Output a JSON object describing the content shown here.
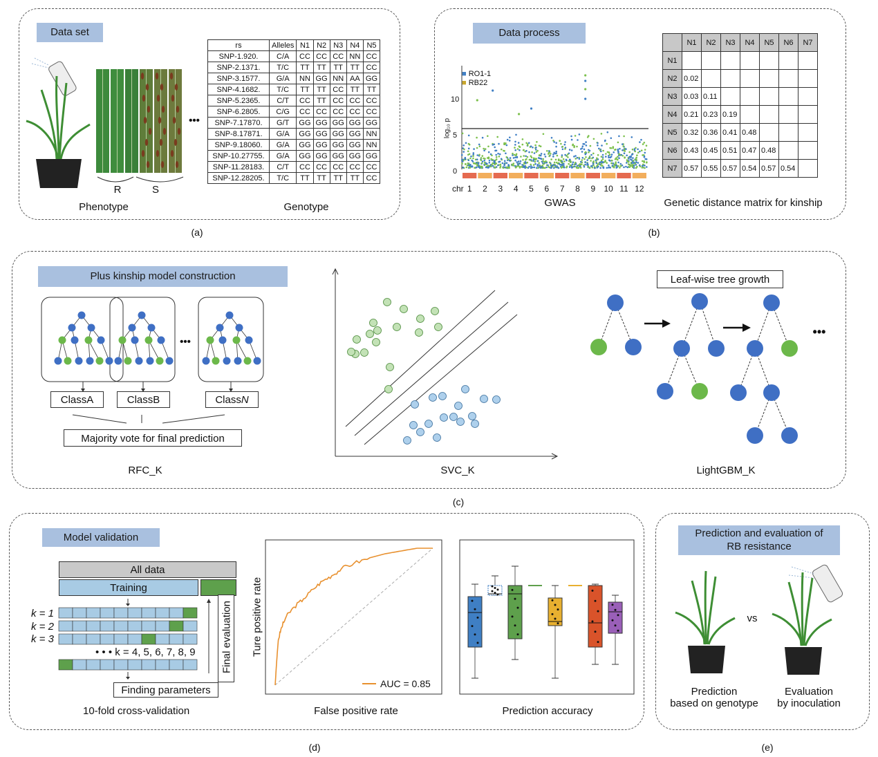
{
  "panels": {
    "a": {
      "tag": "Data set",
      "phenotype_label": "Phenotype",
      "genotype_label": "Genotype",
      "leaf_groups": [
        "R",
        "S"
      ],
      "ellipsis": "•••",
      "caption": "(a)",
      "table": {
        "headers": [
          "rs",
          "Alleles",
          "N1",
          "N2",
          "N3",
          "N4",
          "N5"
        ],
        "rows": [
          [
            "SNP-1.920.",
            "C/A",
            "CC",
            "CC",
            "CC",
            "NN",
            "CC"
          ],
          [
            "SNP-2.1371.",
            "T/C",
            "TT",
            "TT",
            "TT",
            "TT",
            "CC"
          ],
          [
            "SNP-3.1577.",
            "G/A",
            "NN",
            "GG",
            "NN",
            "AA",
            "GG"
          ],
          [
            "SNP-4.1682.",
            "T/C",
            "TT",
            "TT",
            "CC",
            "TT",
            "TT"
          ],
          [
            "SNP-5.2365.",
            "C/T",
            "CC",
            "TT",
            "CC",
            "CC",
            "CC"
          ],
          [
            "SNP-6.2805.",
            "C/G",
            "CC",
            "CC",
            "CC",
            "CC",
            "CC"
          ],
          [
            "SNP-7.17870.",
            "G/T",
            "GG",
            "GG",
            "GG",
            "GG",
            "GG"
          ],
          [
            "SNP-8.17871.",
            "G/A",
            "GG",
            "GG",
            "GG",
            "GG",
            "NN"
          ],
          [
            "SNP-9.18060.",
            "G/A",
            "GG",
            "GG",
            "GG",
            "GG",
            "NN"
          ],
          [
            "SNP-10.27755.",
            "G/A",
            "GG",
            "GG",
            "GG",
            "GG",
            "GG"
          ],
          [
            "SNP-11.28183.",
            "C/T",
            "CC",
            "CC",
            "CC",
            "CC",
            "CC"
          ],
          [
            "SNP-12.28205.",
            "T/C",
            "TT",
            "TT",
            "TT",
            "TT",
            "CC"
          ]
        ]
      }
    },
    "b": {
      "tag": "Data process",
      "gwas_label": "GWAS",
      "matrix_label": "Genetic distance matrix for kinship",
      "caption": "(b)",
      "legend": [
        "RO1-1",
        "RB22"
      ],
      "y_axis_label": "log₁₀ p",
      "y_ticks": [
        "0",
        "5",
        "10"
      ],
      "chr_label": "chr",
      "chromosomes": [
        "1",
        "2",
        "3",
        "4",
        "5",
        "6",
        "7",
        "8",
        "9",
        "10",
        "11",
        "12"
      ],
      "matrix": {
        "names": [
          "N1",
          "N2",
          "N3",
          "N4",
          "N5",
          "N6",
          "N7"
        ],
        "rows": [
          [],
          [
            "0.02"
          ],
          [
            "0.03",
            "0.11"
          ],
          [
            "0.21",
            "0.23",
            "0.19"
          ],
          [
            "0.32",
            "0.36",
            "0.41",
            "0.48"
          ],
          [
            "0.43",
            "0.45",
            "0.51",
            "0.47",
            "0.48"
          ],
          [
            "0.57",
            "0.55",
            "0.57",
            "0.54",
            "0.57",
            "0.54"
          ]
        ]
      }
    },
    "c": {
      "tag": "Plus kinship model construction",
      "classes": [
        "ClassA",
        "ClassB",
        "Class"
      ],
      "class_n_italic": "N",
      "ellipsis": "•••",
      "vote_label": "Majority vote for final prediction",
      "rfc_label": "RFC_K",
      "svc_label": "SVC_K",
      "lgbm_title": "Leaf-wise tree growth",
      "lgbm_label": "LightGBM_K",
      "caption": "(c)"
    },
    "d": {
      "tag": "Model validation",
      "all_data": "All data",
      "training": "Training",
      "k_rows": [
        "k = 1",
        "k = 2",
        "k = 3"
      ],
      "k_more": "• • • k = 4, 5, 6, 7, 8, 9",
      "final_eval": "Final evaluation",
      "finding": "Finding parameters",
      "cv_label": "10-fold cross-validation",
      "roc_ylabel": "Ture positive rate",
      "roc_xlabel": "False positive rate",
      "auc_label": "AUC = 0.85",
      "acc_label": "Prediction accuracy",
      "caption": "(d)"
    },
    "e": {
      "tag_line1": "Prediction and evaluation of",
      "tag_line2": "RB resistance",
      "vs": "vs",
      "left_line1": "Prediction",
      "left_line2": "based on genotype",
      "right_line1": "Evaluation",
      "right_line2": "by inoculation",
      "caption": "(e)"
    }
  },
  "colors": {
    "blue_node": "#3f6fc4",
    "green_node": "#6cb84a",
    "tag_bg": "#a9c0df",
    "roc": "#e8902e",
    "manhattan_blue": "#3f7fc4",
    "manhattan_green": "#7cc04c"
  },
  "chart_data": {
    "type": "line",
    "title": "",
    "xlabel": "False positive rate",
    "ylabel": "Ture positive rate",
    "series": [
      {
        "name": "AUC = 0.85",
        "values": [
          [
            0,
            0
          ],
          [
            0.01,
            0.18
          ],
          [
            0.02,
            0.33
          ],
          [
            0.04,
            0.42
          ],
          [
            0.07,
            0.5
          ],
          [
            0.12,
            0.57
          ],
          [
            0.18,
            0.63
          ],
          [
            0.24,
            0.7
          ],
          [
            0.3,
            0.76
          ],
          [
            0.36,
            0.8
          ],
          [
            0.42,
            0.85
          ],
          [
            0.5,
            0.89
          ],
          [
            0.6,
            0.93
          ],
          [
            0.7,
            0.96
          ],
          [
            0.8,
            0.98
          ],
          [
            0.9,
            1.0
          ],
          [
            1.0,
            1.0
          ]
        ]
      }
    ]
  }
}
